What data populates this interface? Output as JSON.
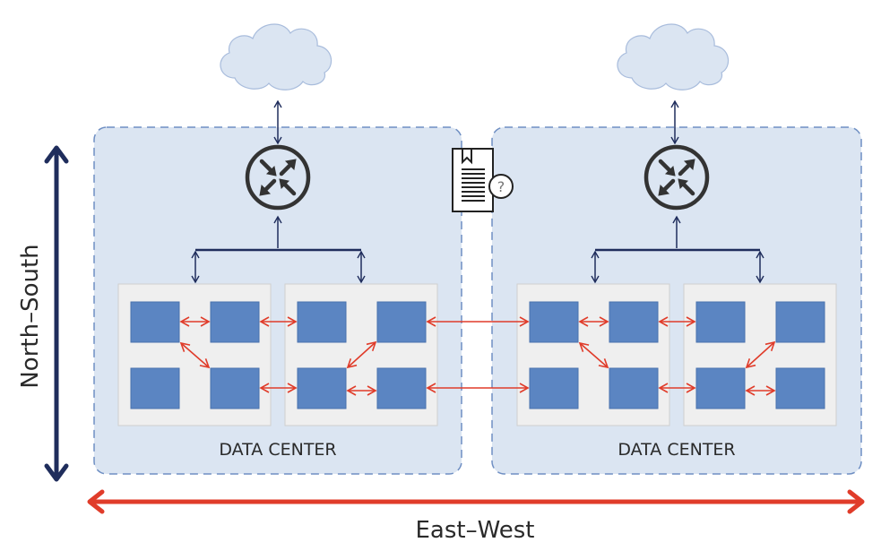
{
  "diagram": {
    "vertical_axis_label": "North–South",
    "horizontal_axis_label": "East–West",
    "document_icon": "policy-document-question-icon",
    "colors": {
      "datacenter_fill": "#dbe5f2",
      "datacenter_border": "#6f8fc3",
      "rack_fill": "#efefef",
      "server_fill": "#5b85c2",
      "north_south_arrow": "#1f2d5c",
      "east_west_arrow": "#e03c2a",
      "cloud_fill": "#dbe5f2"
    },
    "datacenters": [
      {
        "label": "DATA CENTER",
        "cloud_icon": "cloud-icon",
        "router_icon": "router-icon",
        "racks": 2,
        "servers_per_rack": 4
      },
      {
        "label": "DATA CENTER",
        "cloud_icon": "cloud-icon",
        "router_icon": "router-icon",
        "racks": 2,
        "servers_per_rack": 4
      }
    ]
  }
}
